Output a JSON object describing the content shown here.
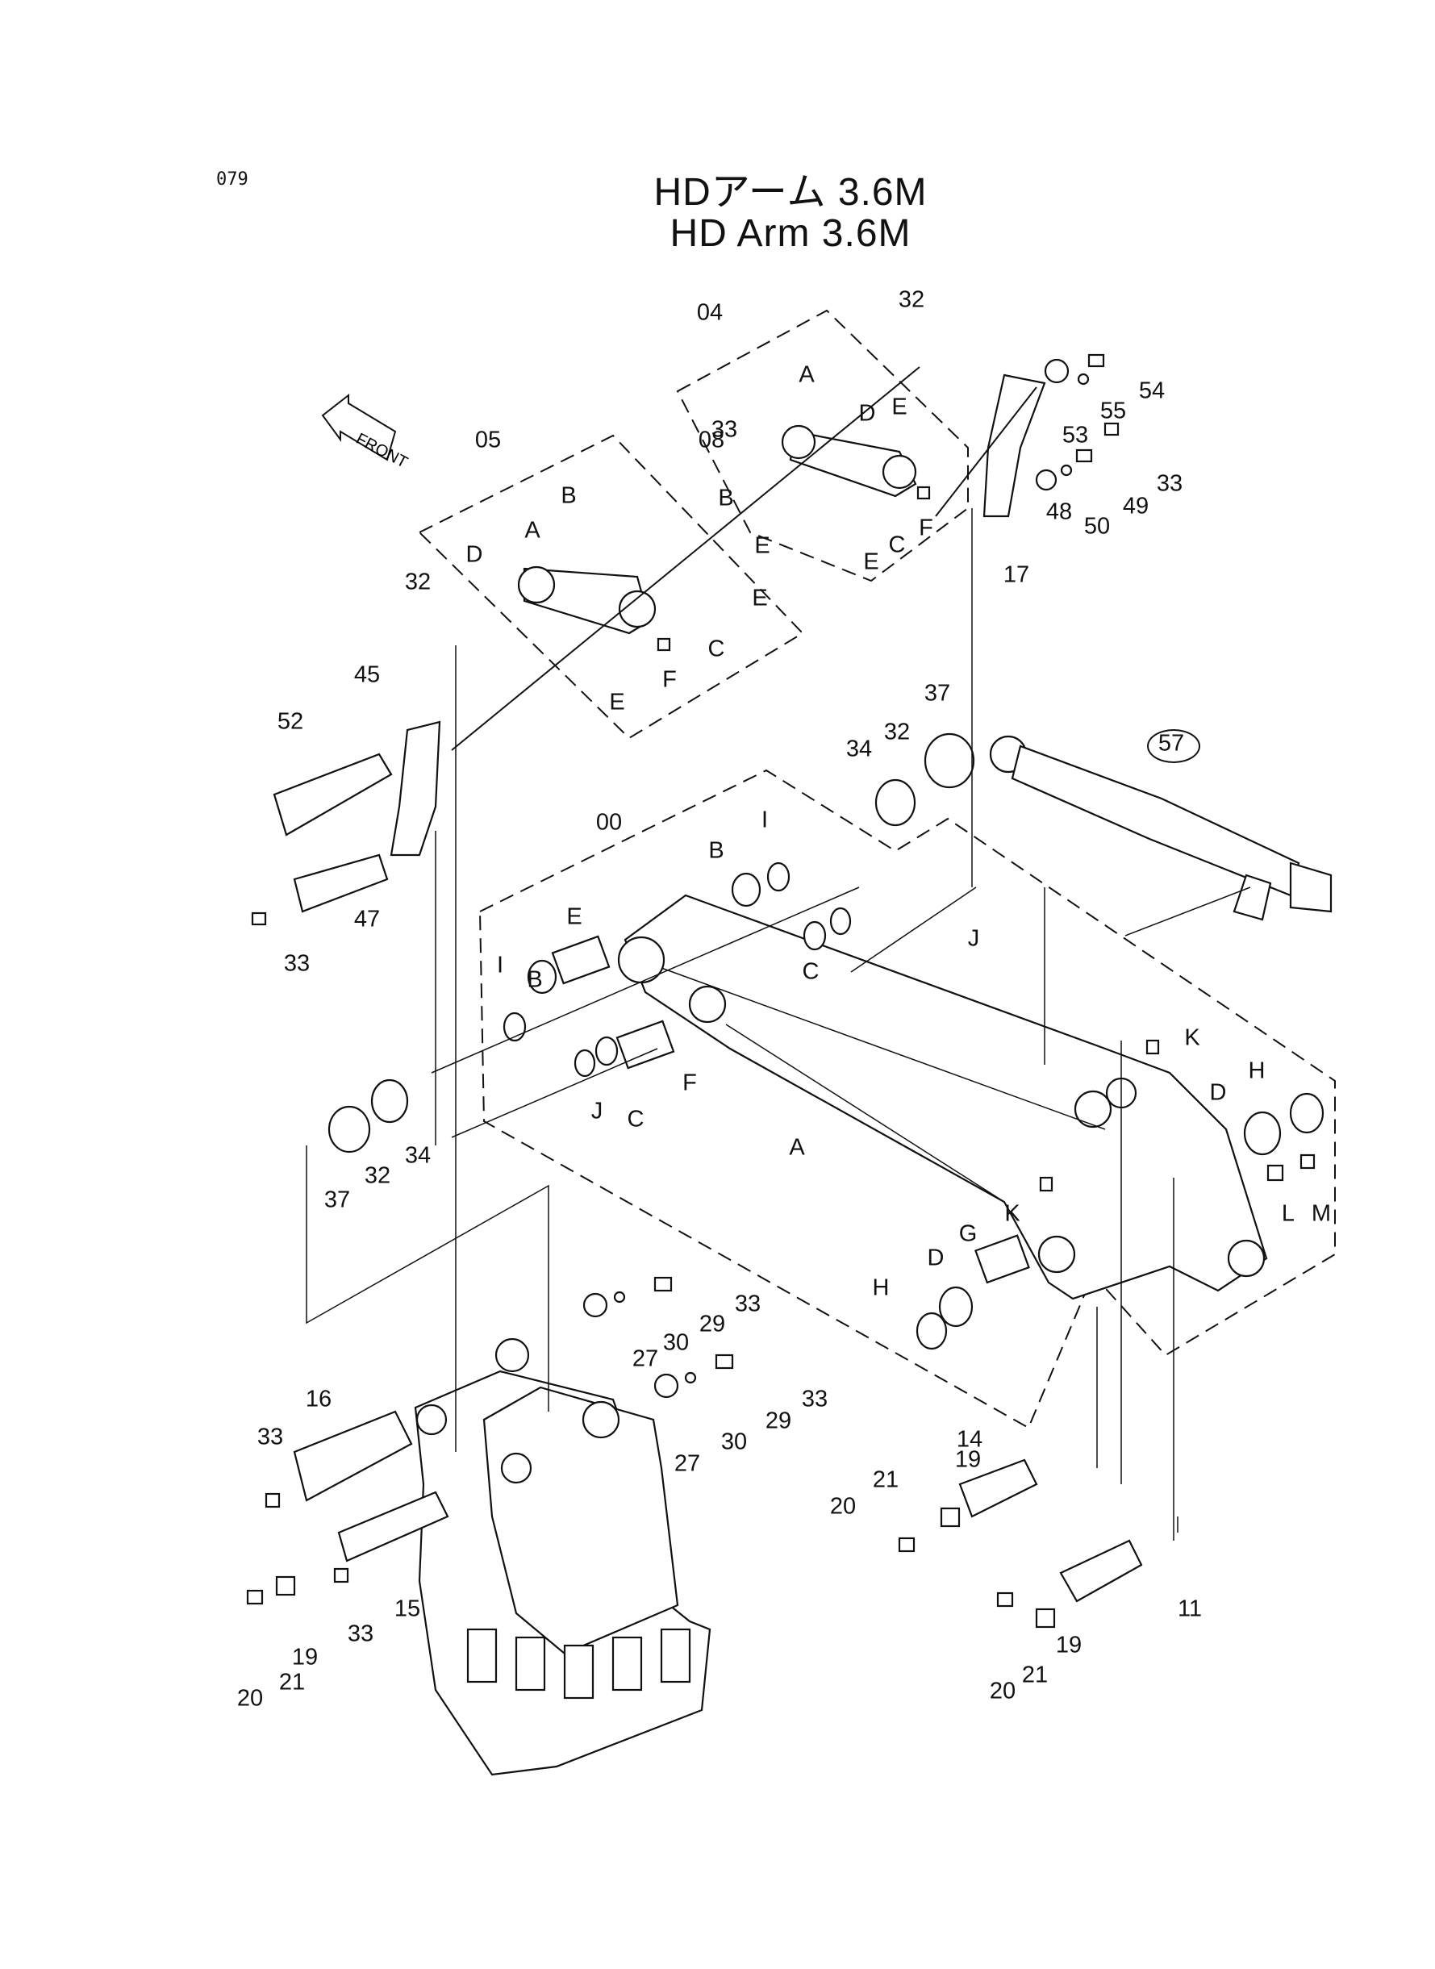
{
  "page_number": "079",
  "title_ja": "HDアーム 3.6M",
  "title_en": "HD Arm 3.6M",
  "front_label": "FRONT",
  "callouts": [
    "00",
    "04",
    "05",
    "08",
    "11",
    "14",
    "15",
    "16",
    "17",
    "19",
    "19",
    "19",
    "20",
    "20",
    "20",
    "21",
    "21",
    "21",
    "27",
    "27",
    "29",
    "29",
    "30",
    "30",
    "32",
    "32",
    "32",
    "32",
    "33",
    "33",
    "33",
    "33",
    "33",
    "33",
    "33",
    "34",
    "34",
    "37",
    "37",
    "45",
    "47",
    "48",
    "49",
    "50",
    "52",
    "53",
    "54",
    "55",
    "57",
    "A",
    "A",
    "A",
    "B",
    "B",
    "B",
    "B",
    "C",
    "C",
    "C",
    "C",
    "D",
    "D",
    "D",
    "D",
    "E",
    "E",
    "E",
    "E",
    "E",
    "E",
    "F",
    "F",
    "F",
    "G",
    "H",
    "H",
    "I",
    "I",
    "J",
    "J",
    "K",
    "K",
    "L",
    "M"
  ]
}
